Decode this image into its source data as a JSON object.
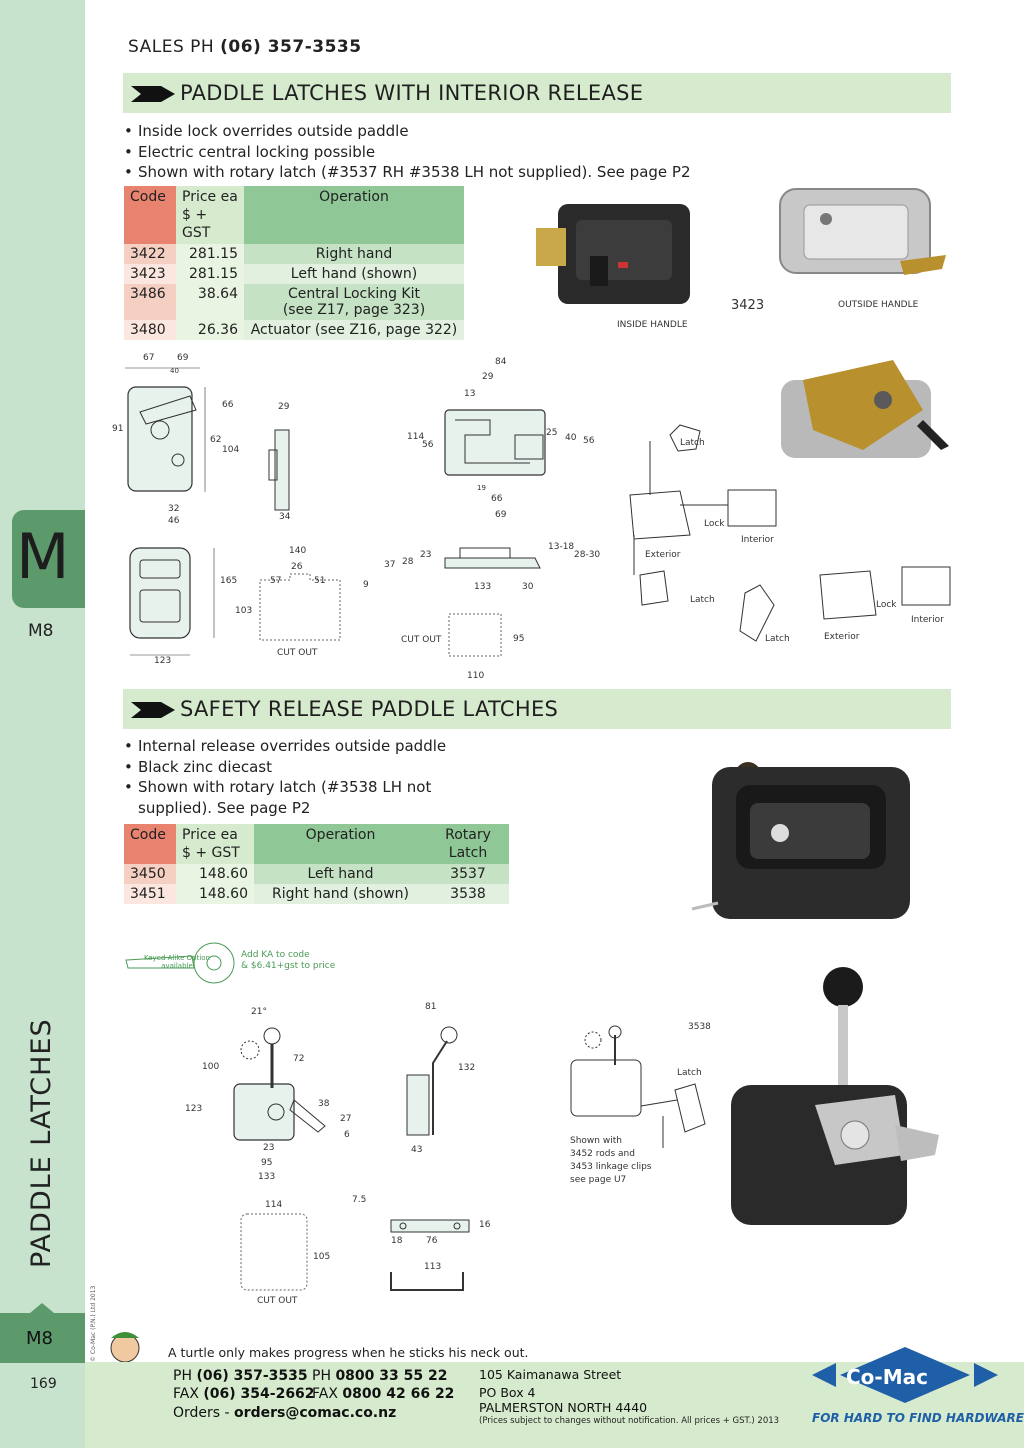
{
  "header": {
    "sales_label": "SALES  PH",
    "sales_phone": "(06) 357-3535"
  },
  "sidebar": {
    "letter": "M",
    "code_top": "M8",
    "vertical_title": "PADDLE LATCHES",
    "copyright": "© Co-Mac (P.N.) Ltd 2013",
    "code_bottom": "M8",
    "page_number": "169"
  },
  "section1": {
    "title": "PADDLE LATCHES WITH INTERIOR RELEASE",
    "bullets": [
      "Inside lock overrides outside paddle",
      "Electric central locking possible",
      "Shown with rotary latch (#3537 RH #3538 LH not supplied). See page P2"
    ],
    "table": {
      "headers": [
        "Code",
        "Price ea",
        "$ + GST",
        "Operation"
      ],
      "rows": [
        {
          "code": "3422",
          "price": "281.15",
          "operation": "Right hand",
          "operation2": ""
        },
        {
          "code": "3423",
          "price": "281.15",
          "operation": "Left hand (shown)",
          "operation2": ""
        },
        {
          "code": "3486",
          "price": "38.64",
          "operation": "Central Locking Kit",
          "operation2": "(see Z17, page 323)"
        },
        {
          "code": "3480",
          "price": "26.36",
          "operation": "Actuator (see Z16, page 322)",
          "operation2": ""
        }
      ]
    },
    "captions": {
      "inside": "INSIDE HANDLE",
      "part": "3423",
      "outside": "OUTSIDE HANDLE",
      "cutout1": "CUT OUT",
      "cutout2": "CUT OUT"
    },
    "linkage_labels": [
      "Latch",
      "Lock",
      "Interior",
      "Exterior",
      "Latch",
      "Lock",
      "Interior",
      "Latch",
      "Exterior"
    ],
    "dims": [
      "67",
      "69",
      "40",
      "66",
      "62",
      "104",
      "91",
      "32",
      "46",
      "29",
      "34",
      "84",
      "29",
      "13",
      "114",
      "56",
      "25",
      "40",
      "56",
      "19",
      "66",
      "69",
      "165",
      "123",
      "140",
      "26",
      "57",
      "51",
      "103",
      "9",
      "37",
      "28",
      "23",
      "13-18",
      "28-30",
      "133",
      "30",
      "95",
      "110"
    ]
  },
  "section2": {
    "title": "SAFETY RELEASE PADDLE LATCHES",
    "bullets": [
      "Internal release overrides outside paddle",
      "Black zinc diecast",
      "Shown  with  rotary  latch  (#3538  LH  not supplied). See page P2"
    ],
    "table": {
      "headers": [
        "Code",
        "Price ea",
        "$ + GST",
        "Operation",
        "Rotary",
        "Latch"
      ],
      "rows": [
        {
          "code": "3450",
          "price": "148.60",
          "operation": "Left hand",
          "latch": "3537"
        },
        {
          "code": "3451",
          "price": "148.60",
          "operation": "Right hand (shown)",
          "latch": "3538"
        }
      ]
    },
    "key_option": {
      "label": "Keyed Alike Option available",
      "note1": "Add KA to code",
      "note2": "& $6.41+gst to price"
    },
    "captions": {
      "part": "3538",
      "latch": "Latch",
      "shown_with": [
        "Shown with",
        "3452 rods and",
        "3453 linkage clips",
        "see page U7"
      ],
      "cutout": "CUT OUT"
    },
    "dims": [
      "21°",
      "100",
      "72",
      "123",
      "38",
      "27",
      "6",
      "23",
      "95",
      "133",
      "81",
      "132",
      "43",
      "114",
      "105",
      "7.5",
      "16",
      "18",
      "76",
      "113"
    ]
  },
  "footer": {
    "quote": "A turtle only makes progress when he sticks his neck out.",
    "ph_label": "PH",
    "ph": "(06) 357-3535",
    "ph2_label": "PH",
    "ph2": "0800 33 55 22",
    "fax_label": "FAX",
    "fax": "(06) 354-2662",
    "fax2_label": "FAX",
    "fax2": "0800 42 66 22",
    "orders_label": "Orders -",
    "orders": "orders@comac.co.nz",
    "address": [
      "105 Kaimanawa Street",
      "PO Box 4",
      "PALMERSTON NORTH 4440"
    ],
    "fineprint": "(Prices subject to changes without notification.  All prices + GST.)  2013",
    "logo": "Co-Mac",
    "tagline": "FOR HARD TO FIND HARDWARE"
  }
}
